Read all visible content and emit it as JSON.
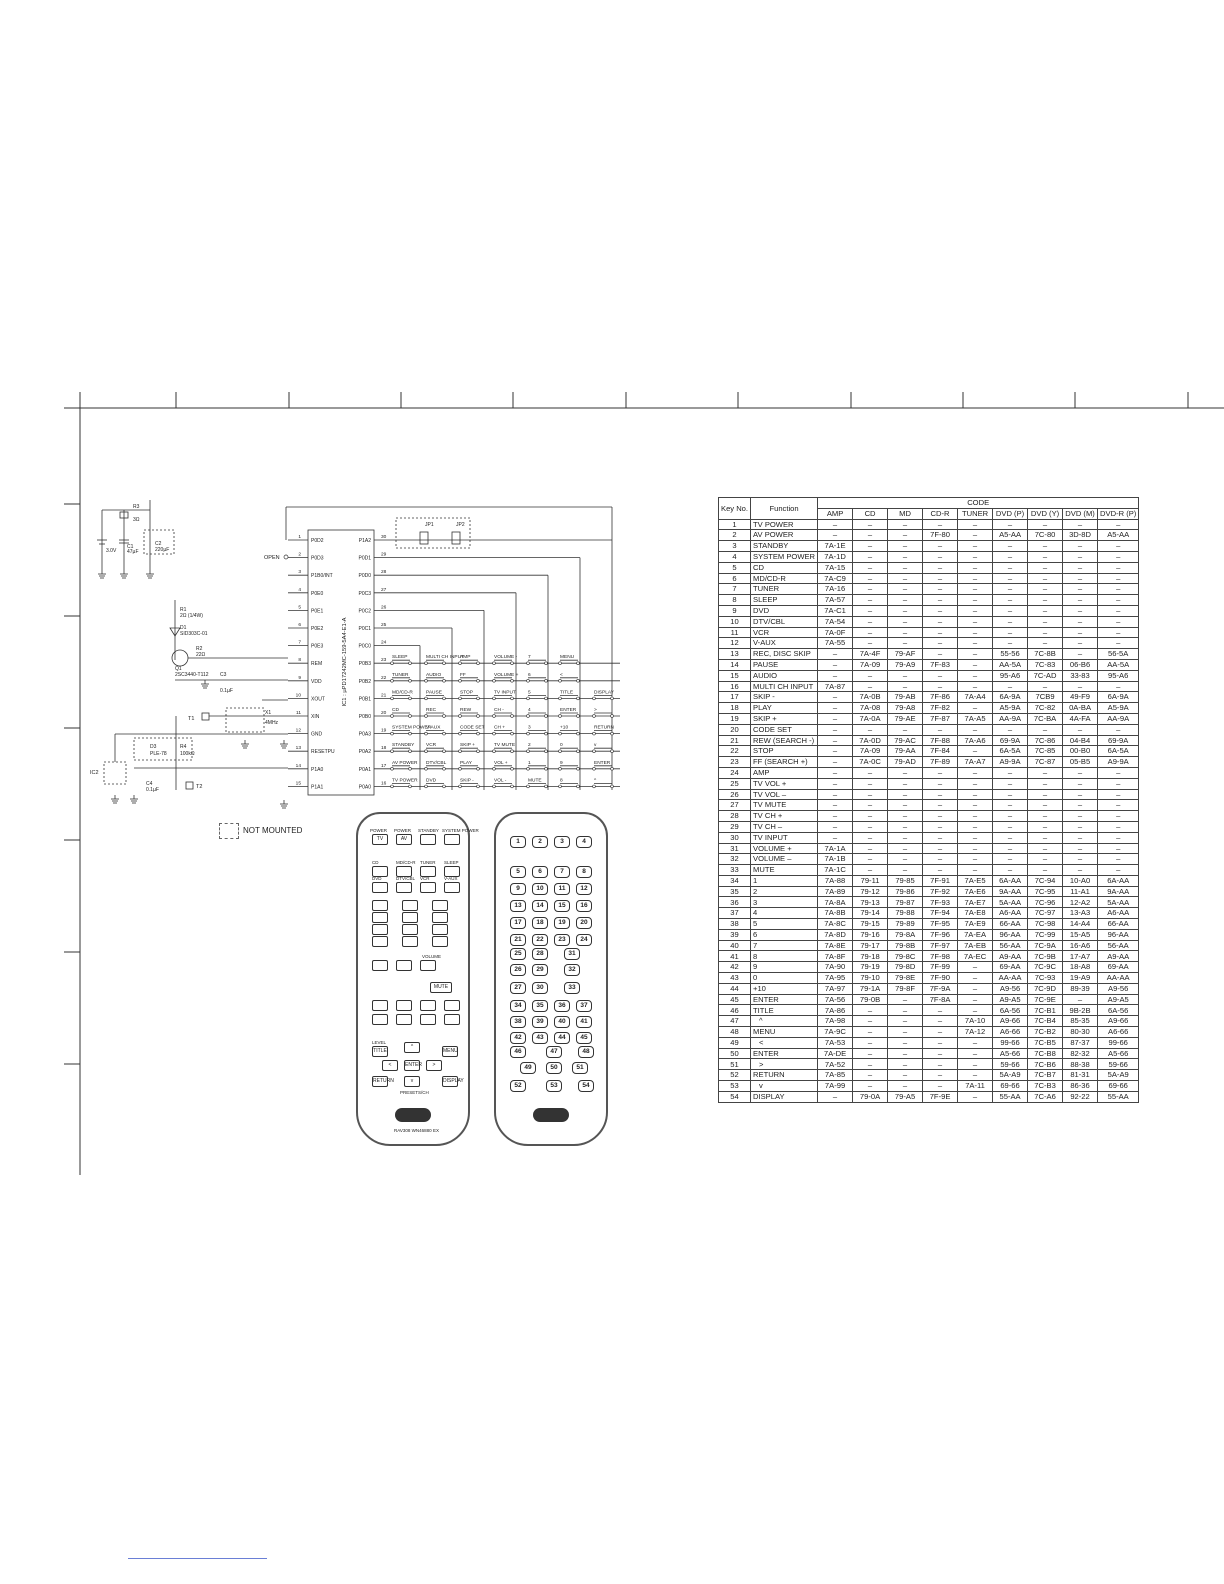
{
  "header_marks": [],
  "chip": {
    "name": "IC1 : µPD17242MC-159-5A4-E1-A",
    "left_pins": [
      {
        "num": "1",
        "name": "P0D2"
      },
      {
        "num": "2",
        "name": "P0D3"
      },
      {
        "num": "3",
        "name": "P1B0/INT"
      },
      {
        "num": "4",
        "name": "P0E0"
      },
      {
        "num": "5",
        "name": "P0E1"
      },
      {
        "num": "6",
        "name": "P0E2"
      },
      {
        "num": "7",
        "name": "P0E3"
      },
      {
        "num": "8",
        "name": "REM"
      },
      {
        "num": "9",
        "name": "VDD"
      },
      {
        "num": "10",
        "name": "XOUT"
      },
      {
        "num": "11",
        "name": "XIN"
      },
      {
        "num": "12",
        "name": "GND"
      },
      {
        "num": "13",
        "name": "RESETPU"
      },
      {
        "num": "14",
        "name": "P1A0"
      },
      {
        "num": "15",
        "name": "P1A1"
      }
    ],
    "right_pins": [
      {
        "num": "30",
        "name": "P1A2"
      },
      {
        "num": "29",
        "name": "P0D1"
      },
      {
        "num": "28",
        "name": "P0D0"
      },
      {
        "num": "27",
        "name": "P0C3"
      },
      {
        "num": "26",
        "name": "P0C2"
      },
      {
        "num": "25",
        "name": "P0C1"
      },
      {
        "num": "24",
        "name": "P0C0"
      },
      {
        "num": "23",
        "name": "P0B3"
      },
      {
        "num": "22",
        "name": "P0B2"
      },
      {
        "num": "21",
        "name": "P0B1"
      },
      {
        "num": "20",
        "name": "P0B0"
      },
      {
        "num": "19",
        "name": "P0A3"
      },
      {
        "num": "18",
        "name": "P0A2"
      },
      {
        "num": "17",
        "name": "P0A1"
      },
      {
        "num": "16",
        "name": "P0A0"
      }
    ]
  },
  "components": {
    "r3": "R3",
    "r3v": "3Ω",
    "c1": "C1",
    "c1v": "47µF",
    "c2": "C2",
    "c2v": "220µF",
    "batt": "3.0V",
    "open": "OPEN",
    "r1": "R1",
    "r1v": "2Ω (1/4W)",
    "d1": "D1",
    "d1v": "SID303C-01",
    "r2": "R2",
    "r2v": "22Ω",
    "q1": "Q1",
    "q1v": "2SC3440-T112",
    "c3": "C3",
    "c3v": "0.1µF",
    "t1": "T1",
    "x1": "X1",
    "x1v": "4MHz",
    "d3": "D3",
    "d3v": "PLE-78",
    "r4": "R4",
    "r4v": "100kΩ",
    "ic2": "IC2",
    "c4": "C4",
    "c4v": "0.1µF",
    "t2": "T2",
    "jp1": "JP1",
    "jp2": "JP2"
  },
  "keys": [
    [
      "SLEEP",
      "MULTI CH INPUT",
      "AMP",
      "VOLUME -",
      "7",
      "MENU"
    ],
    [
      "TUNER",
      "AUDIO",
      "FF",
      "VOLUME +",
      "6",
      "<"
    ],
    [
      "MD/CD-R",
      "PAUSE",
      "STOP",
      "TV INPUT",
      "5",
      "TITLE",
      "DISPLAY"
    ],
    [
      "CD",
      "REC",
      "REW",
      "CH -",
      "4",
      "ENTER",
      ">"
    ],
    [
      "SYSTEM POWER",
      "V-AUX",
      "CODE SET",
      "CH +",
      "3",
      "+10",
      "RETURN"
    ],
    [
      "STANDBY",
      "VCR",
      "SKIP +",
      "TV MUTE",
      "2",
      "0",
      "v"
    ],
    [
      "AV POWER",
      "DTV/CBL",
      "PLAY",
      "VOL +",
      "1",
      "9",
      "ENTER"
    ],
    [
      "TV POWER",
      "DVD",
      "SKIP -",
      "VOL -",
      "MUTE",
      "8",
      "^"
    ]
  ],
  "legend": {
    "not_mounted": "NOT MOUNTED"
  },
  "remote_front": {
    "top": [
      "POWER",
      "POWER",
      "STANDBY",
      "SYSTEM POWER"
    ],
    "top_sub": [
      "TV",
      "AV",
      "",
      ""
    ],
    "row1": [
      "CD",
      "MD/CD-R",
      "TUNER",
      "SLEEP"
    ],
    "row2": [
      "DVD",
      "DTV/CBL",
      "VCR",
      "V-AUX"
    ],
    "vol": "VOLUME",
    "mute": "MUTE",
    "level": "LEVEL",
    "title": "TITLE",
    "menu": "MENU",
    "enter": "ENTER",
    "return": "RETURN",
    "display": "DISPLAY",
    "presets": "PRESETS/CH",
    "model": "RAV308 WN46880 EX"
  },
  "remote_back_numbers": [
    "1",
    "2",
    "3",
    "4",
    "5",
    "6",
    "7",
    "8",
    "9",
    "10",
    "11",
    "12",
    "13",
    "14",
    "15",
    "16",
    "17",
    "18",
    "19",
    "20",
    "21",
    "22",
    "23",
    "24",
    "25",
    "28",
    "31",
    "26",
    "29",
    "32",
    "27",
    "30",
    "33",
    "34",
    "35",
    "36",
    "37",
    "38",
    "39",
    "40",
    "41",
    "42",
    "43",
    "44",
    "45",
    "46",
    "47",
    "48",
    "49",
    "50",
    "51",
    "52",
    "53",
    "54"
  ],
  "table": {
    "head_key": "Key No.",
    "head_function": "Function",
    "head_code": "CODE",
    "columns": [
      "AMP",
      "CD",
      "MD",
      "CD-R",
      "TUNER",
      "DVD (P)",
      "DVD (Y)",
      "DVD (M)",
      "DVD-R (P)"
    ],
    "rows": [
      [
        "1",
        "TV POWER",
        "–",
        "–",
        "–",
        "–",
        "–",
        "–",
        "–",
        "–",
        "–"
      ],
      [
        "2",
        "AV POWER",
        "–",
        "–",
        "–",
        "7F-80",
        "–",
        "A5-AA",
        "7C-80",
        "3D-8D",
        "A5-AA"
      ],
      [
        "3",
        "STANDBY",
        "7A-1E",
        "–",
        "–",
        "–",
        "–",
        "–",
        "–",
        "–",
        "–"
      ],
      [
        "4",
        "SYSTEM POWER",
        "7A-1D",
        "–",
        "–",
        "–",
        "–",
        "–",
        "–",
        "–",
        "–"
      ],
      [
        "5",
        "CD",
        "7A-15",
        "–",
        "–",
        "–",
        "–",
        "–",
        "–",
        "–",
        "–"
      ],
      [
        "6",
        "MD/CD-R",
        "7A-C9",
        "–",
        "–",
        "–",
        "–",
        "–",
        "–",
        "–",
        "–"
      ],
      [
        "7",
        "TUNER",
        "7A-16",
        "–",
        "–",
        "–",
        "–",
        "–",
        "–",
        "–",
        "–"
      ],
      [
        "8",
        "SLEEP",
        "7A-57",
        "–",
        "–",
        "–",
        "–",
        "–",
        "–",
        "–",
        "–"
      ],
      [
        "9",
        "DVD",
        "7A-C1",
        "–",
        "–",
        "–",
        "–",
        "–",
        "–",
        "–",
        "–"
      ],
      [
        "10",
        "DTV/CBL",
        "7A-54",
        "–",
        "–",
        "–",
        "–",
        "–",
        "–",
        "–",
        "–"
      ],
      [
        "11",
        "VCR",
        "7A-0F",
        "–",
        "–",
        "–",
        "–",
        "–",
        "–",
        "–",
        "–"
      ],
      [
        "12",
        "V-AUX",
        "7A-55",
        "–",
        "–",
        "–",
        "–",
        "–",
        "–",
        "–",
        "–"
      ],
      [
        "13",
        "REC, DISC SKIP",
        "–",
        "7A-4F",
        "79-AF",
        "–",
        "–",
        "55-56",
        "7C-8B",
        "–",
        "56-5A"
      ],
      [
        "14",
        "PAUSE",
        "–",
        "7A-09",
        "79-A9",
        "7F-83",
        "–",
        "AA-5A",
        "7C-83",
        "06-B6",
        "AA-5A"
      ],
      [
        "15",
        "AUDIO",
        "–",
        "–",
        "–",
        "–",
        "–",
        "95-A6",
        "7C-AD",
        "33-83",
        "95-A6"
      ],
      [
        "16",
        "MULTI CH INPUT",
        "7A-87",
        "–",
        "–",
        "–",
        "–",
        "–",
        "–",
        "–",
        "–"
      ],
      [
        "17",
        "SKIP -",
        "–",
        "7A-0B",
        "79-AB",
        "7F-86",
        "7A-A4",
        "6A-9A",
        "7CB9",
        "49-F9",
        "6A-9A"
      ],
      [
        "18",
        "PLAY",
        "–",
        "7A-08",
        "79-A8",
        "7F-82",
        "–",
        "A5-9A",
        "7C-82",
        "0A-BA",
        "A5-9A"
      ],
      [
        "19",
        "SKIP +",
        "–",
        "7A-0A",
        "79-AE",
        "7F-87",
        "7A-A5",
        "AA-9A",
        "7C-BA",
        "4A-FA",
        "AA-9A"
      ],
      [
        "20",
        "CODE SET",
        "–",
        "–",
        "–",
        "–",
        "–",
        "–",
        "–",
        "–",
        "–"
      ],
      [
        "21",
        "REW (SEARCH -)",
        "–",
        "7A-0D",
        "79-AC",
        "7F-88",
        "7A-A6",
        "69-9A",
        "7C-86",
        "04-B4",
        "69-9A"
      ],
      [
        "22",
        "STOP",
        "–",
        "7A-09",
        "79-AA",
        "7F-84",
        "–",
        "6A-5A",
        "7C-85",
        "00-B0",
        "6A-5A"
      ],
      [
        "23",
        "FF (SEARCH +)",
        "–",
        "7A-0C",
        "79-AD",
        "7F-89",
        "7A-A7",
        "A9-9A",
        "7C-87",
        "05-B5",
        "A9-9A"
      ],
      [
        "24",
        "AMP",
        "–",
        "–",
        "–",
        "–",
        "–",
        "–",
        "–",
        "–",
        "–"
      ],
      [
        "25",
        "TV VOL +",
        "–",
        "–",
        "–",
        "–",
        "–",
        "–",
        "–",
        "–",
        "–"
      ],
      [
        "26",
        "TV VOL –",
        "–",
        "–",
        "–",
        "–",
        "–",
        "–",
        "–",
        "–",
        "–"
      ],
      [
        "27",
        "TV MUTE",
        "–",
        "–",
        "–",
        "–",
        "–",
        "–",
        "–",
        "–",
        "–"
      ],
      [
        "28",
        "TV CH +",
        "–",
        "–",
        "–",
        "–",
        "–",
        "–",
        "–",
        "–",
        "–"
      ],
      [
        "29",
        "TV CH –",
        "–",
        "–",
        "–",
        "–",
        "–",
        "–",
        "–",
        "–",
        "–"
      ],
      [
        "30",
        "TV INPUT",
        "–",
        "–",
        "–",
        "–",
        "–",
        "–",
        "–",
        "–",
        "–"
      ],
      [
        "31",
        "VOLUME +",
        "7A-1A",
        "–",
        "–",
        "–",
        "–",
        "–",
        "–",
        "–",
        "–"
      ],
      [
        "32",
        "VOLUME –",
        "7A-1B",
        "–",
        "–",
        "–",
        "–",
        "–",
        "–",
        "–",
        "–"
      ],
      [
        "33",
        "MUTE",
        "7A-1C",
        "–",
        "–",
        "–",
        "–",
        "–",
        "–",
        "–",
        "–"
      ],
      [
        "34",
        "1",
        "7A-88",
        "79-11",
        "79-85",
        "7F-91",
        "7A-E5",
        "6A-AA",
        "7C-94",
        "10-A0",
        "6A-AA"
      ],
      [
        "35",
        "2",
        "7A-89",
        "79-12",
        "79-86",
        "7F-92",
        "7A-E6",
        "9A-AA",
        "7C-95",
        "11-A1",
        "9A-AA"
      ],
      [
        "36",
        "3",
        "7A-8A",
        "79-13",
        "79-87",
        "7F-93",
        "7A-E7",
        "5A-AA",
        "7C-96",
        "12-A2",
        "5A-AA"
      ],
      [
        "37",
        "4",
        "7A-8B",
        "79-14",
        "79-88",
        "7F-94",
        "7A-E8",
        "A6-AA",
        "7C-97",
        "13-A3",
        "A6-AA"
      ],
      [
        "38",
        "5",
        "7A-8C",
        "79-15",
        "79-89",
        "7F-95",
        "7A-E9",
        "66-AA",
        "7C-98",
        "14-A4",
        "66-AA"
      ],
      [
        "39",
        "6",
        "7A-8D",
        "79-16",
        "79-8A",
        "7F-96",
        "7A-EA",
        "96-AA",
        "7C-99",
        "15-A5",
        "96-AA"
      ],
      [
        "40",
        "7",
        "7A-8E",
        "79-17",
        "79-8B",
        "7F-97",
        "7A-EB",
        "56-AA",
        "7C-9A",
        "16-A6",
        "56-AA"
      ],
      [
        "41",
        "8",
        "7A-8F",
        "79-18",
        "79-8C",
        "7F-98",
        "7A-EC",
        "A9-AA",
        "7C-9B",
        "17-A7",
        "A9-AA"
      ],
      [
        "42",
        "9",
        "7A-90",
        "79-19",
        "79-8D",
        "7F-99",
        "–",
        "69-AA",
        "7C-9C",
        "18-A8",
        "69-AA"
      ],
      [
        "43",
        "0",
        "7A-95",
        "79-10",
        "79-8E",
        "7F-90",
        "–",
        "AA-AA",
        "7C-93",
        "19-A9",
        "AA-AA"
      ],
      [
        "44",
        "+10",
        "7A-97",
        "79-1A",
        "79-8F",
        "7F-9A",
        "–",
        "A9-56",
        "7C-9D",
        "89-39",
        "A9-56"
      ],
      [
        "45",
        "ENTER",
        "7A-56",
        "79-0B",
        "–",
        "7F-8A",
        "–",
        "A9-A5",
        "7C-9E",
        "–",
        "A9-A5"
      ],
      [
        "46",
        "TITLE",
        "7A-86",
        "–",
        "–",
        "–",
        "–",
        "6A-56",
        "7C-B1",
        "9B-2B",
        "6A-56"
      ],
      [
        "47",
        "^",
        "7A-98",
        "–",
        "–",
        "–",
        "7A-10",
        "A9-66",
        "7C-B4",
        "85-35",
        "A9-66"
      ],
      [
        "48",
        "MENU",
        "7A-9C",
        "–",
        "–",
        "–",
        "7A-12",
        "A6-66",
        "7C-B2",
        "80-30",
        "A6-66"
      ],
      [
        "49",
        "<",
        "7A-53",
        "–",
        "–",
        "–",
        "–",
        "99-66",
        "7C-B5",
        "87-37",
        "99-66"
      ],
      [
        "50",
        "ENTER",
        "7A-DE",
        "–",
        "–",
        "–",
        "–",
        "A5-66",
        "7C-B8",
        "82-32",
        "A5-66"
      ],
      [
        "51",
        ">",
        "7A-52",
        "–",
        "–",
        "–",
        "–",
        "59-66",
        "7C-B6",
        "88-38",
        "59-66"
      ],
      [
        "52",
        "RETURN",
        "7A-85",
        "–",
        "–",
        "–",
        "–",
        "5A-A9",
        "7C-B7",
        "81-31",
        "5A-A9"
      ],
      [
        "53",
        "v",
        "7A-99",
        "–",
        "–",
        "–",
        "7A-11",
        "69-66",
        "7C-B3",
        "86-36",
        "69-66"
      ],
      [
        "54",
        "DISPLAY",
        "–",
        "79-0A",
        "79-A5",
        "7F-9E",
        "–",
        "55-AA",
        "7C-A6",
        "92-22",
        "55-AA"
      ]
    ]
  }
}
